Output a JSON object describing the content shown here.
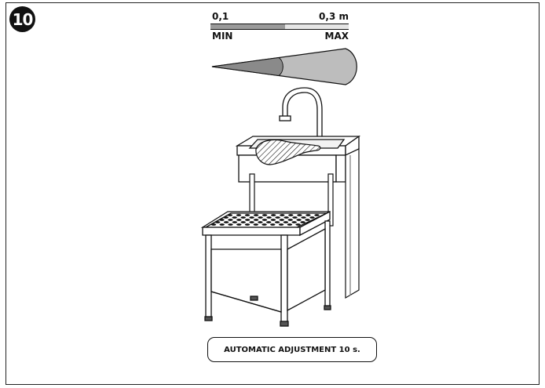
{
  "figure": {
    "step_number": "10",
    "caption": "AUTOMATIC ADJUSTMENT 10 s.",
    "sensor_range": {
      "min_value": "0,1",
      "max_value": "0,3 m",
      "min_label": "MIN",
      "max_label": "MAX",
      "current_setting_fraction": 0.54
    },
    "icons": [
      "sensor-detection-cone-icon",
      "faucet-icon",
      "washbasin-icon",
      "hand-icon",
      "sink-cabinet-icon"
    ]
  }
}
